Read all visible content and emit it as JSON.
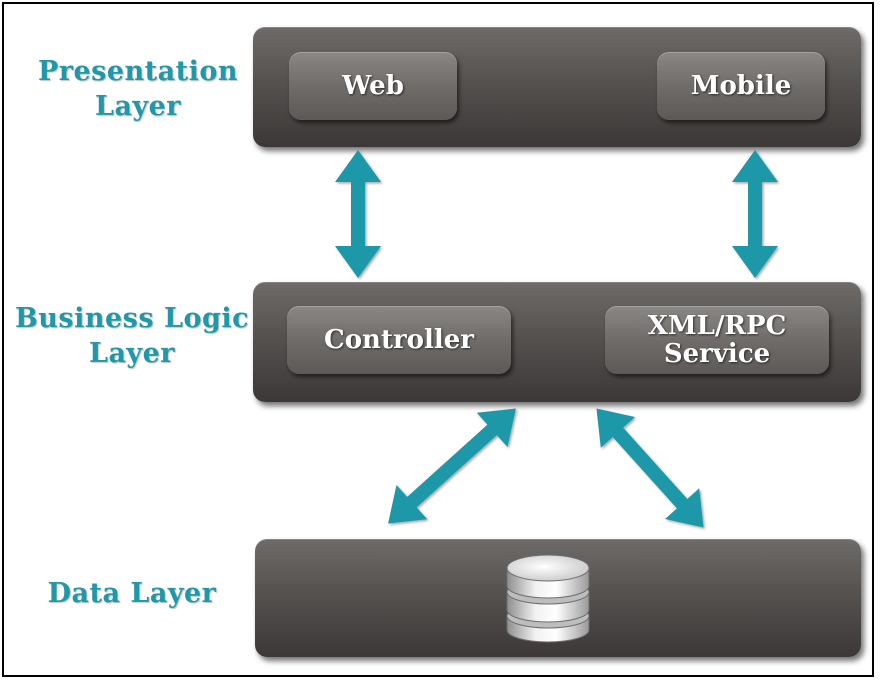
{
  "layers": {
    "presentation": {
      "label_line1": "Presentation",
      "label_line2": "Layer",
      "components": [
        "Web",
        "Mobile"
      ]
    },
    "business": {
      "label_line1": "Business Logic",
      "label_line2": "Layer",
      "components": [
        "Controller",
        "XML/RPC",
        "Service"
      ]
    },
    "data": {
      "label": "Data Layer",
      "icon": "database-icon"
    }
  },
  "colors": {
    "label": "#1f99aa",
    "arrow": "#1c98a9",
    "panel": "#555250",
    "button": "#76736f"
  }
}
